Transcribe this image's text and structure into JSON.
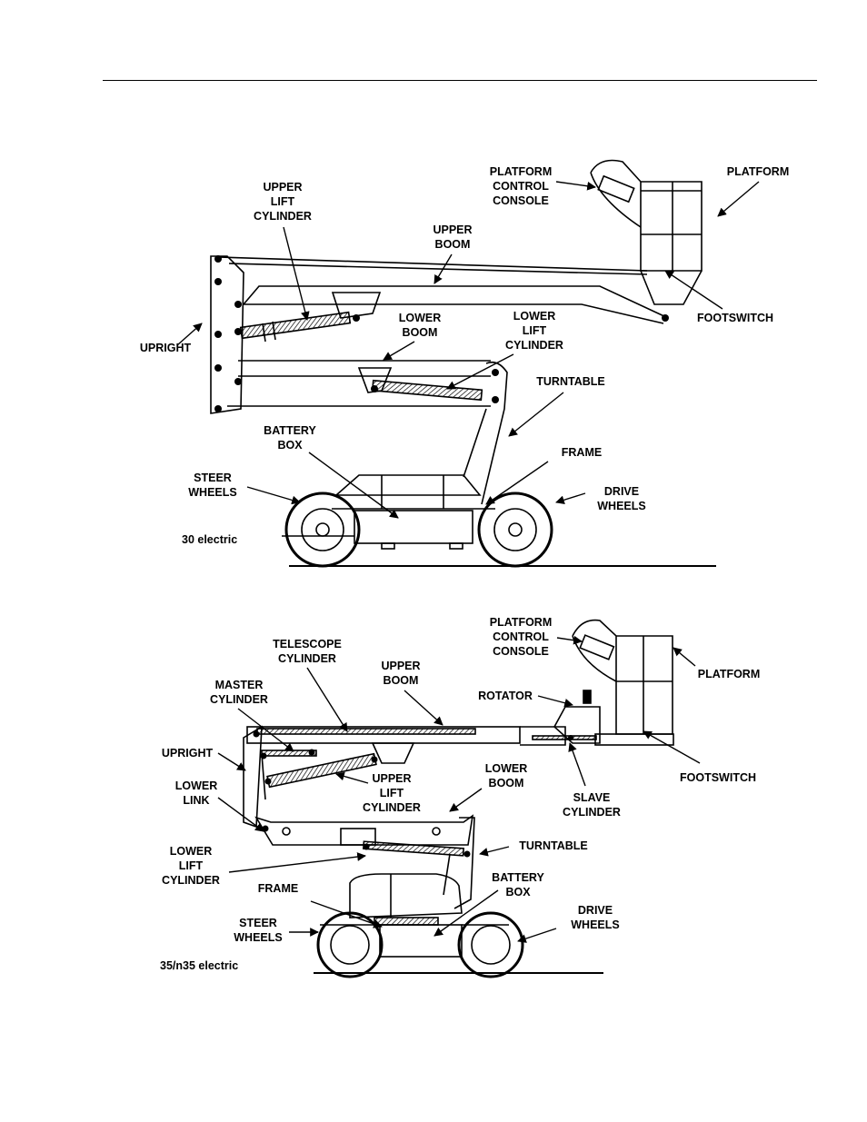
{
  "diagram1": {
    "caption": "30 electric",
    "labels": {
      "platform_control_console": "PLATFORM\nCONTROL\nCONSOLE",
      "platform": "PLATFORM",
      "upper_lift_cylinder": "UPPER\nLIFT\nCYLINDER",
      "upper_boom": "UPPER\nBOOM",
      "footswitch": "FOOTSWITCH",
      "lower_boom": "LOWER\nBOOM",
      "lower_lift_cylinder": "LOWER\nLIFT\nCYLINDER",
      "upright": "UPRIGHT",
      "turntable": "TURNTABLE",
      "battery_box": "BATTERY\nBOX",
      "frame": "FRAME",
      "steer_wheels": "STEER\nWHEELS",
      "drive_wheels": "DRIVE\nWHEELS"
    }
  },
  "diagram2": {
    "caption": "35/n35 electric",
    "labels": {
      "platform_control_console": "PLATFORM\nCONTROL\nCONSOLE",
      "telescope_cylinder": "TELESCOPE\nCYLINDER",
      "upper_boom": "UPPER\nBOOM",
      "platform": "PLATFORM",
      "master_cylinder": "MASTER\nCYLINDER",
      "rotator": "ROTATOR",
      "upright": "UPRIGHT",
      "footswitch": "FOOTSWITCH",
      "lower_link": "LOWER\nLINK",
      "upper_lift_cylinder": "UPPER\nLIFT\nCYLINDER",
      "lower_boom": "LOWER\nBOOM",
      "slave_cylinder": "SLAVE\nCYLINDER",
      "lower_lift_cylinder": "LOWER\nLIFT\nCYLINDER",
      "turntable": "TURNTABLE",
      "frame": "FRAME",
      "battery_box": "BATTERY\nBOX",
      "steer_wheels": "STEER\nWHEELS",
      "drive_wheels": "DRIVE\nWHEELS"
    }
  }
}
